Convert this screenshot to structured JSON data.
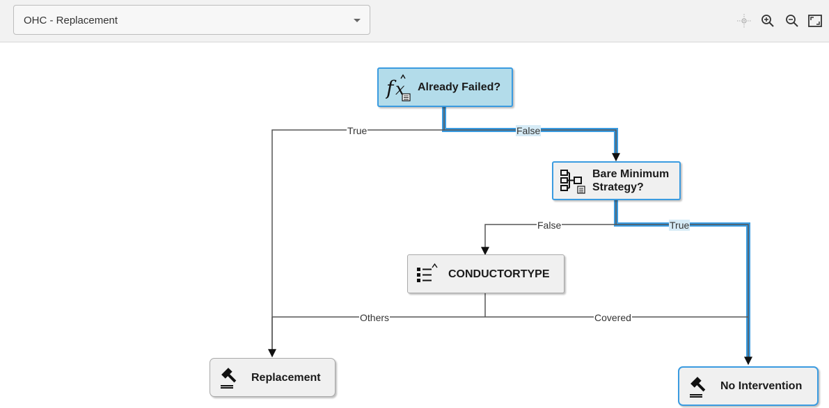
{
  "toolbar": {
    "tree_select_value": "OHC - Replacement",
    "icons": [
      "center-icon",
      "zoom-in-icon",
      "zoom-out-icon",
      "fit-screen-icon"
    ]
  },
  "nodes": {
    "already_failed": "Already Failed?",
    "bare_minimum": "Bare Minimum Strategy?",
    "conductortype": "CONDUCTORTYPE",
    "replacement": "Replacement",
    "no_intervention": "No Intervention"
  },
  "edges": {
    "failed_true": "True",
    "failed_false": "False",
    "bare_false": "False",
    "bare_true": "True",
    "cond_others": "Others",
    "cond_covered": "Covered"
  },
  "colors": {
    "highlight_path": "#3a9be0",
    "highlight_node_fill": "#b3dcea",
    "edge": "#555555"
  }
}
